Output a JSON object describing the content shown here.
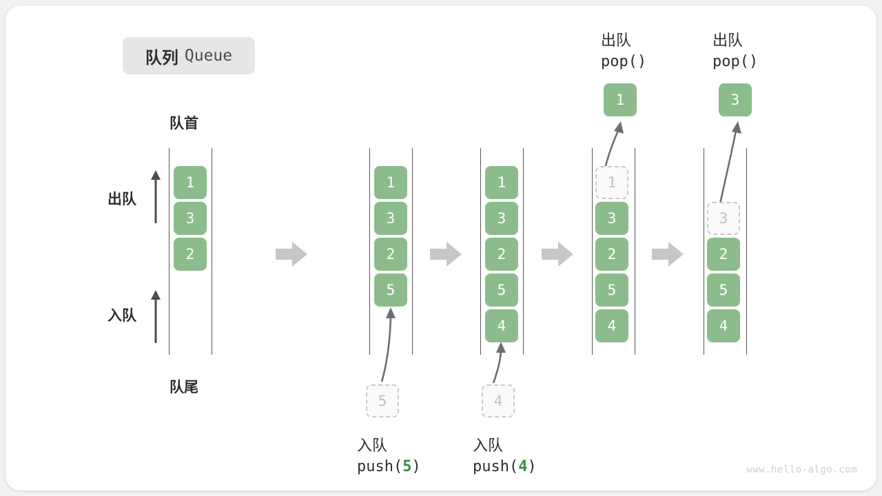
{
  "diagram": {
    "title_cn": "队列",
    "title_en": "Queue",
    "head_label": "队首",
    "tail_label": "队尾",
    "dequeue_label": "出队",
    "enqueue_label": "入队",
    "watermark": "www.hello-algo.com",
    "colors": {
      "element_fill": "#8cbc8c",
      "element_text": "#ffffff",
      "ghost_fill": "#fafafa",
      "ghost_border": "#c9c9c9",
      "ghost_text": "#bfbfbf",
      "rail": "#555555",
      "flow_arrow": "#c6c6c6",
      "highlight": "#3d8b40",
      "chip_bg": "#e6e6e6",
      "text": "#2e2e2e"
    }
  },
  "stages": [
    {
      "id": "initial",
      "caption_cn": "",
      "caption_code": "",
      "elements": [
        "1",
        "3",
        "2"
      ],
      "ghost_index": -1,
      "incoming": null,
      "popped": null
    },
    {
      "id": "push-5",
      "caption_cn": "入队",
      "caption_code_prefix": "push(",
      "caption_code_value": "5",
      "caption_code_suffix": ")",
      "elements": [
        "1",
        "3",
        "2",
        "5"
      ],
      "ghost_index": -1,
      "incoming": "5",
      "popped": null
    },
    {
      "id": "push-4",
      "caption_cn": "入队",
      "caption_code_prefix": "push(",
      "caption_code_value": "4",
      "caption_code_suffix": ")",
      "elements": [
        "1",
        "3",
        "2",
        "5",
        "4"
      ],
      "ghost_index": -1,
      "incoming": "4",
      "popped": null
    },
    {
      "id": "pop-1",
      "caption_cn": "出队",
      "caption_code": "pop()",
      "elements": [
        "1",
        "3",
        "2",
        "5",
        "4"
      ],
      "ghost_index": 0,
      "incoming": null,
      "popped": "1"
    },
    {
      "id": "pop-3",
      "caption_cn": "出队",
      "caption_code": "pop()",
      "elements": [
        "3",
        "2",
        "5",
        "4"
      ],
      "ghost_index": 0,
      "ghost_slot": 1,
      "incoming": null,
      "popped": "3"
    }
  ],
  "flow_arrows": [
    "flow-arrow-1",
    "flow-arrow-2",
    "flow-arrow-3",
    "flow-arrow-4"
  ]
}
